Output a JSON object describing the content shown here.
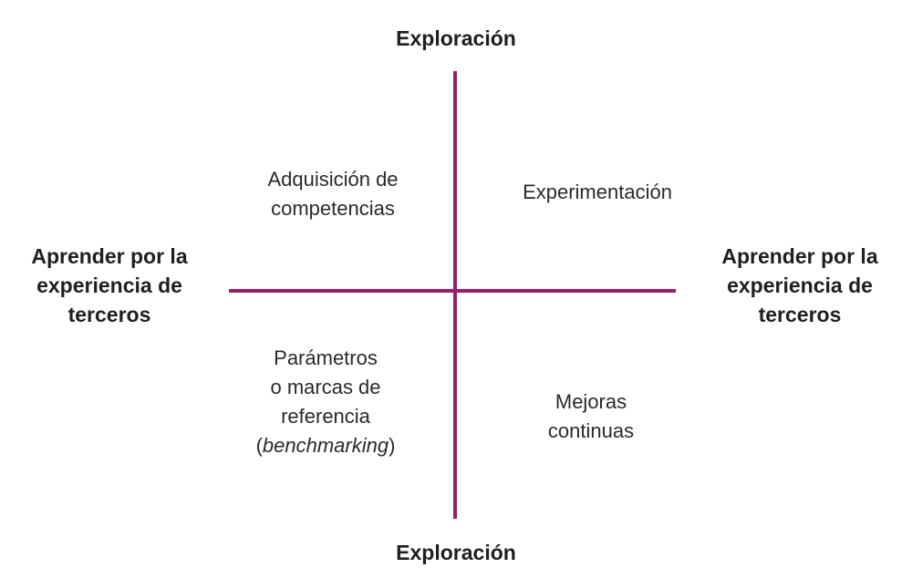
{
  "axes": {
    "top": "Exploración",
    "bottom": "Exploración",
    "left": [
      "Aprender por la",
      "experiencia de",
      "terceros"
    ],
    "right": [
      "Aprender por la",
      "experiencia de",
      "terceros"
    ]
  },
  "quadrants": {
    "top_left": [
      "Adquisición de",
      "competencias"
    ],
    "top_right": [
      "Experimentación"
    ],
    "bottom_left": {
      "lines": [
        "Parámetros",
        "o marcas de",
        "referencia"
      ],
      "paren_open": "(",
      "italic": "benchmarking",
      "paren_close": ")"
    },
    "bottom_right": [
      "Mejoras",
      "continuas"
    ]
  },
  "colors": {
    "axis_line": "#9b1b6e",
    "text": "#222222"
  }
}
